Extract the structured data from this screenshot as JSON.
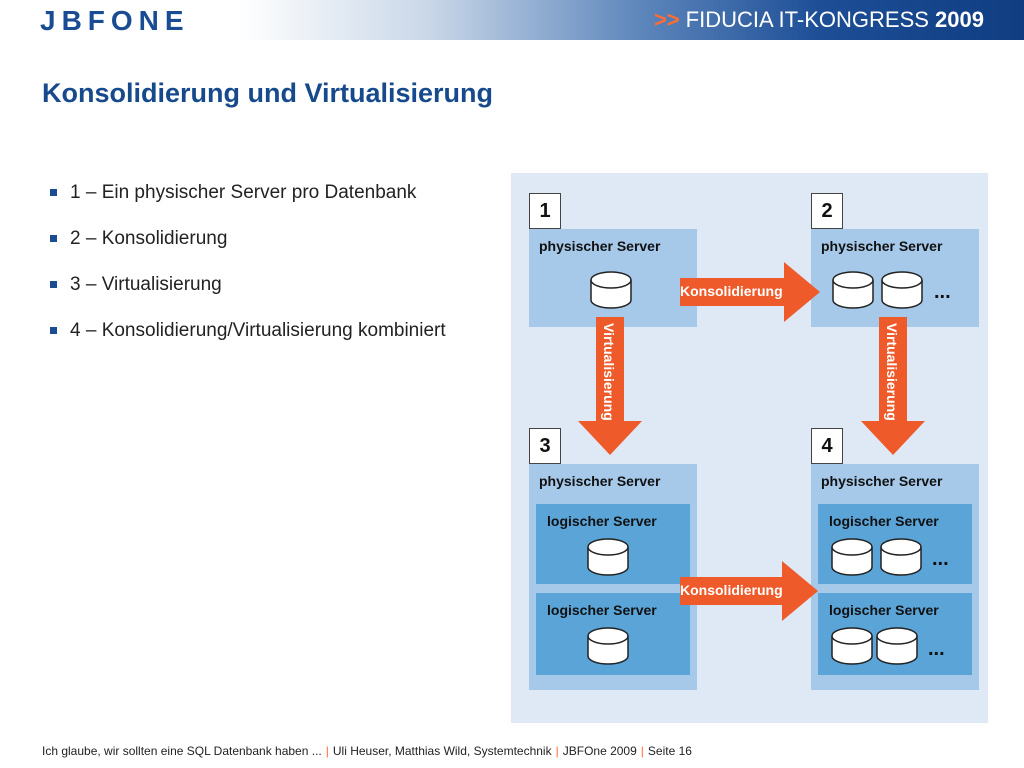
{
  "header": {
    "logo": "JBFONE",
    "arrows": ">>",
    "congress": "FIDUCIA IT-KONGRESS",
    "year": "2009"
  },
  "title": "Konsolidierung und Virtualisierung",
  "bullets": [
    "1 – Ein physischer Server pro Datenbank",
    "2 – Konsolidierung",
    "3 – Virtualisierung",
    "4 – Konsolidierung/Virtualisierung kombiniert"
  ],
  "diagram": {
    "quadrants": [
      {
        "number": "1",
        "physical_label": "physischer Server"
      },
      {
        "number": "2",
        "physical_label": "physischer Server",
        "dots": "..."
      },
      {
        "number": "3",
        "physical_label": "physischer Server",
        "logical": [
          "logischer Server",
          "logischer Server"
        ]
      },
      {
        "number": "4",
        "physical_label": "physischer Server",
        "logical": [
          "logischer Server",
          "logischer Server"
        ],
        "dots": [
          "...",
          "..."
        ]
      }
    ],
    "arrow_consolidation": "Konsolidierung",
    "arrow_virtualization": "Virtualisierung"
  },
  "colors": {
    "arrow": "#ee5a2a",
    "title": "#174a8c",
    "box_light": "#a6c9ea",
    "box_inner": "#5aa4d8",
    "panel": "#dfe8f5"
  },
  "footer": {
    "part1": "Ich glaube, wir sollten eine SQL Datenbank haben ...",
    "sep": "|",
    "part2": "Uli Heuser, Matthias Wild, Systemtechnik",
    "part3": "JBFOne 2009",
    "part4": "Seite 16"
  }
}
